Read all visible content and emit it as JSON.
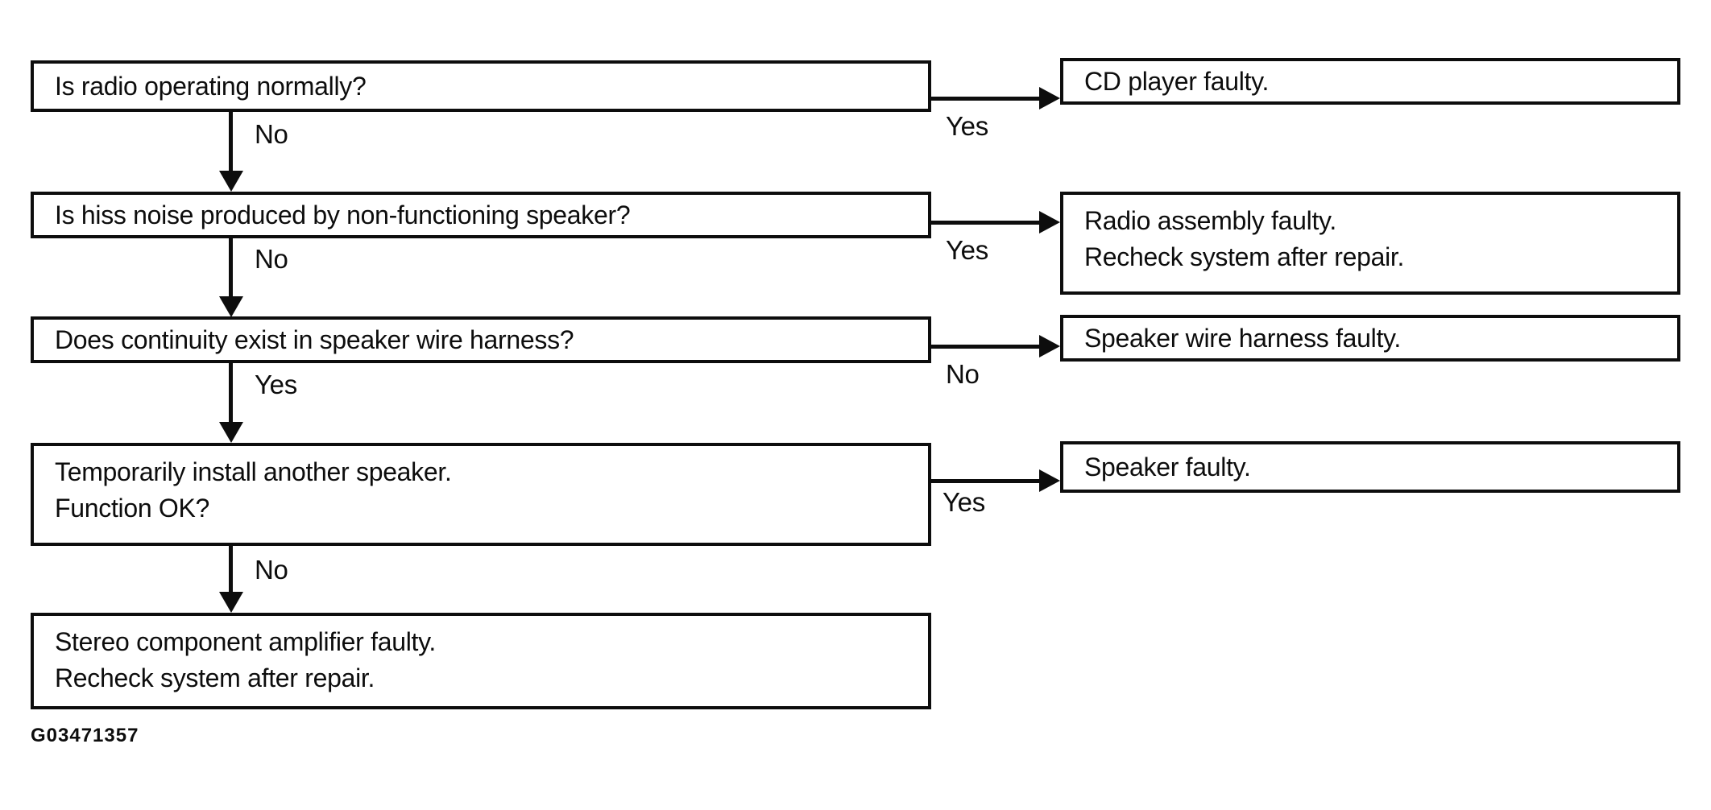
{
  "figure": {
    "code": "G03471357",
    "background_color": "#ffffff",
    "line_color": "#0d0d0d"
  },
  "flowchart": {
    "type": "troubleshooting-flowchart",
    "nodes": {
      "q1": {
        "role": "decision",
        "lines": [
          "Is radio operating normally?"
        ]
      },
      "q2": {
        "role": "decision",
        "lines": [
          "Is hiss noise produced by non-functioning speaker?"
        ]
      },
      "q3": {
        "role": "decision",
        "lines": [
          "Does continuity exist in speaker wire harness?"
        ]
      },
      "q4": {
        "role": "decision",
        "lines": [
          "Temporarily install another speaker.",
          "Function OK?"
        ]
      },
      "end": {
        "role": "result",
        "lines": [
          "Stereo component amplifier faulty.",
          "Recheck system after repair."
        ]
      },
      "r1": {
        "role": "result",
        "lines": [
          "CD player faulty."
        ]
      },
      "r2": {
        "role": "result",
        "lines": [
          "Radio assembly faulty.",
          "Recheck system after repair."
        ]
      },
      "r3": {
        "role": "result",
        "lines": [
          "Speaker wire harness faulty."
        ]
      },
      "r4": {
        "role": "result",
        "lines": [
          "Speaker faulty."
        ]
      }
    },
    "edges": {
      "q1_r1": {
        "label": "Yes",
        "direction": "right"
      },
      "q1_q2": {
        "label": "No",
        "direction": "down"
      },
      "q2_r2": {
        "label": "Yes",
        "direction": "right"
      },
      "q2_q3": {
        "label": "No",
        "direction": "down"
      },
      "q3_r3": {
        "label": "No",
        "direction": "right"
      },
      "q3_q4": {
        "label": "Yes",
        "direction": "down"
      },
      "q4_r4": {
        "label": "Yes",
        "direction": "right"
      },
      "q4_end": {
        "label": "No",
        "direction": "down"
      }
    }
  }
}
